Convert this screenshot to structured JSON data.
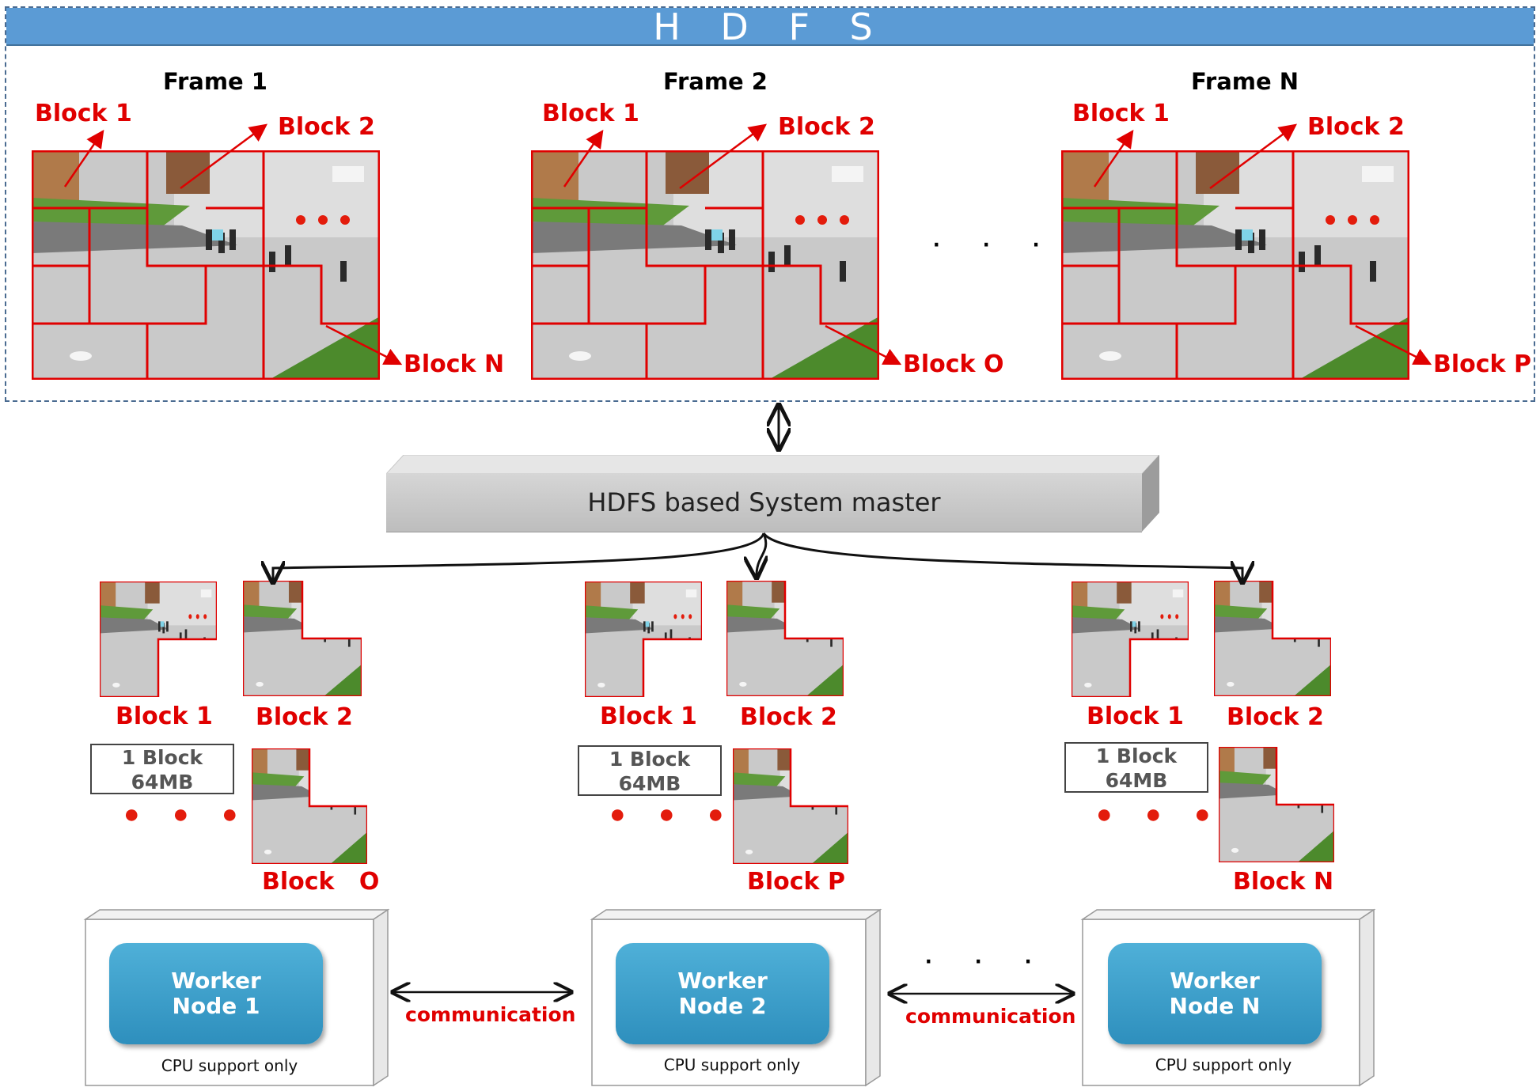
{
  "hdfs": {
    "title": "H D F S",
    "frames": [
      {
        "title": "Frame 1",
        "block_a": "Block 1",
        "block_b": "Block 2",
        "block_end": "Block N"
      },
      {
        "title": "Frame 2",
        "block_a": "Block 1",
        "block_b": "Block 2",
        "block_end": "Block O"
      },
      {
        "title": "Frame N",
        "block_a": "Block 1",
        "block_b": "Block 2",
        "block_end": "Block P"
      }
    ],
    "ellipsis": "· · ·"
  },
  "master": {
    "label": "HDFS based System master"
  },
  "workers": [
    {
      "block_1": "Block 1",
      "block_2": "Block 2",
      "block_last": "Block   O",
      "size_line1": "1 Block",
      "size_line2": "64MB",
      "node_line1": "Worker",
      "node_line2": "Node 1",
      "cpu": "CPU support only"
    },
    {
      "block_1": "Block 1",
      "block_2": "Block 2",
      "block_last": "Block P",
      "size_line1": "1 Block",
      "size_line2": "64MB",
      "node_line1": "Worker",
      "node_line2": "Node 2",
      "cpu": "CPU support only"
    },
    {
      "block_1": "Block 1",
      "block_2": "Block 2",
      "block_last": "Block N",
      "size_line1": "1 Block",
      "size_line2": "64MB",
      "node_line1": "Worker",
      "node_line2": "Node N",
      "cpu": "CPU support only"
    }
  ],
  "communication": [
    "communication",
    "communication"
  ],
  "ellipsis_bottom": "· · ·",
  "colors": {
    "hdfs_bar": "#5b9bd5",
    "red": "#e00000",
    "worker": "#3a9fcb",
    "grass": "#4a8a2e"
  }
}
